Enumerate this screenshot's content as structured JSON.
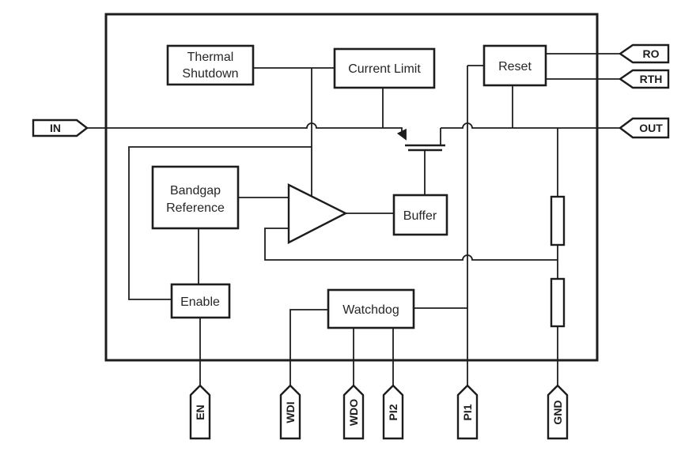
{
  "diagram": {
    "type": "ic-functional-block-diagram",
    "blocks": {
      "thermal_shutdown": {
        "line1": "Thermal",
        "line2": "Shutdown"
      },
      "current_limit": {
        "label": "Current Limit"
      },
      "reset": {
        "label": "Reset"
      },
      "bandgap_reference": {
        "line1": "Bandgap",
        "line2": "Reference"
      },
      "buffer": {
        "label": "Buffer"
      },
      "enable": {
        "label": "Enable"
      },
      "watchdog": {
        "label": "Watchdog"
      }
    },
    "pins": {
      "in": "IN",
      "ro": "RO",
      "rth": "RTH",
      "out": "OUT",
      "en": "EN",
      "wdi": "WDI",
      "wdo": "WDO",
      "pi2": "PI2",
      "pi1": "PI1",
      "gnd": "GND"
    },
    "symbols": {
      "pass_transistor": "mosfet-symbol",
      "error_amplifier": "opamp-triangle-symbol",
      "feedback_divider": "resistor-symbols",
      "wire_crossovers": "hop-arcs-no-connection"
    },
    "colors": {
      "line": "#1d1d1d",
      "background": "#ffffff"
    }
  }
}
